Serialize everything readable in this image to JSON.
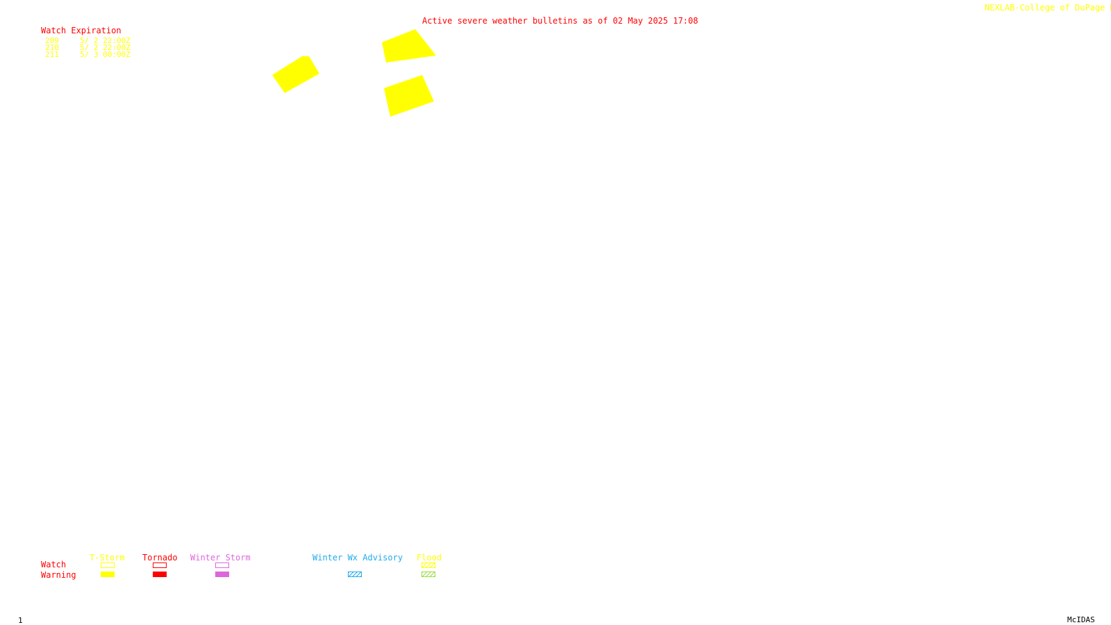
{
  "header": {
    "credit": "NEXLAB-College of DuPage M",
    "title": "Active severe weather bulletins as of 02 May 2025 17:08"
  },
  "watch_table": {
    "header": "Watch Expiration",
    "rows": [
      {
        "number": "209",
        "expiration": "5/ 2 22:00Z"
      },
      {
        "number": "210",
        "expiration": "5/ 2 22:00Z"
      },
      {
        "number": "211",
        "expiration": "5/ 3 00:00Z"
      }
    ]
  },
  "map": {
    "watch_areas_color": "#ffff00",
    "watch_areas_type": "T-Storm watch (filled)"
  },
  "legend": {
    "row_labels": {
      "watch": "Watch",
      "warning": "Warning"
    },
    "categories": [
      {
        "label": "T-Storm",
        "color": "#ffff00"
      },
      {
        "label": "Tornado",
        "color": "#ff0000"
      },
      {
        "label": "Winter Storm",
        "color": "#dd66dd"
      },
      {
        "label": "Winter Wx Advisory",
        "color": "#22aaee"
      },
      {
        "label": "Flood",
        "color": "#99dd44"
      }
    ]
  },
  "footer": {
    "frame_number": "1",
    "software": "McIDAS"
  }
}
